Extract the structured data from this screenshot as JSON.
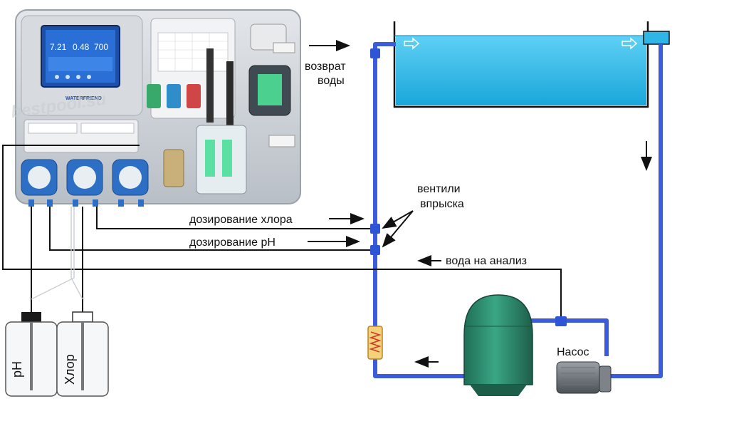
{
  "labels": {
    "return_water": [
      "возврат",
      "воды"
    ],
    "valves": [
      "вентили",
      "впрыска"
    ],
    "chlorine_dosing": "дозирование хлора",
    "ph_dosing": "дозирование pH",
    "water_analysis": "вода на анализ",
    "pump": "Насос",
    "canister_ph": "pH",
    "canister_chlorine": "Хлор"
  },
  "controller": {
    "readings": [
      "7.21",
      "0.48",
      "700"
    ],
    "brand_label": "WATERFRIEND"
  },
  "watermark": "bestpool.su",
  "colors": {
    "pipe_blue": "#3b5bdb",
    "pool_water": "#2fb6e6",
    "filter_green": "#2f8f6f",
    "panel_gray": "#c9ced4",
    "screen_blue": "#2563c9",
    "line_black": "#111111"
  },
  "icons": [
    "arrow-right-icon",
    "arrow-left-icon",
    "arrow-down-icon",
    "heater-icon",
    "motor-icon"
  ]
}
